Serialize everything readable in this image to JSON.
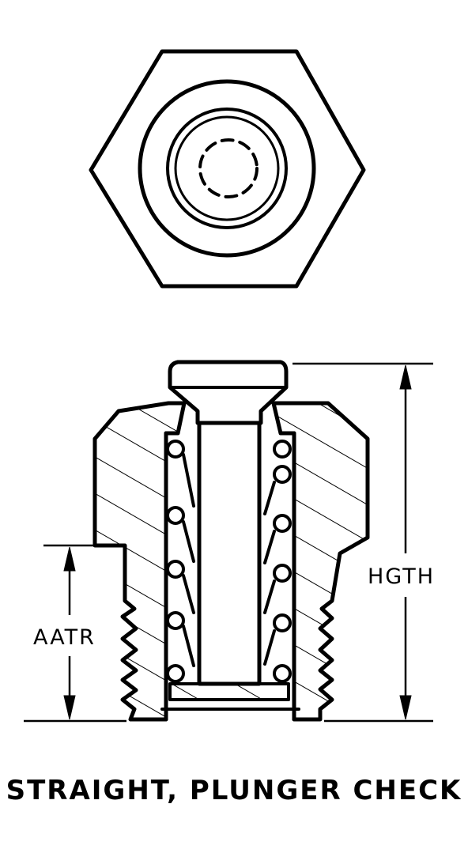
{
  "figure": {
    "caption": "STRAIGHT, PLUNGER CHECK",
    "dimensions": {
      "height_label": "HGTH",
      "thread_length_label": "AATR"
    },
    "views": {
      "top": "hexagon-end-view",
      "side": "sectioned-side-view"
    },
    "colors": {
      "line": "#000000",
      "background": "#ffffff"
    }
  }
}
